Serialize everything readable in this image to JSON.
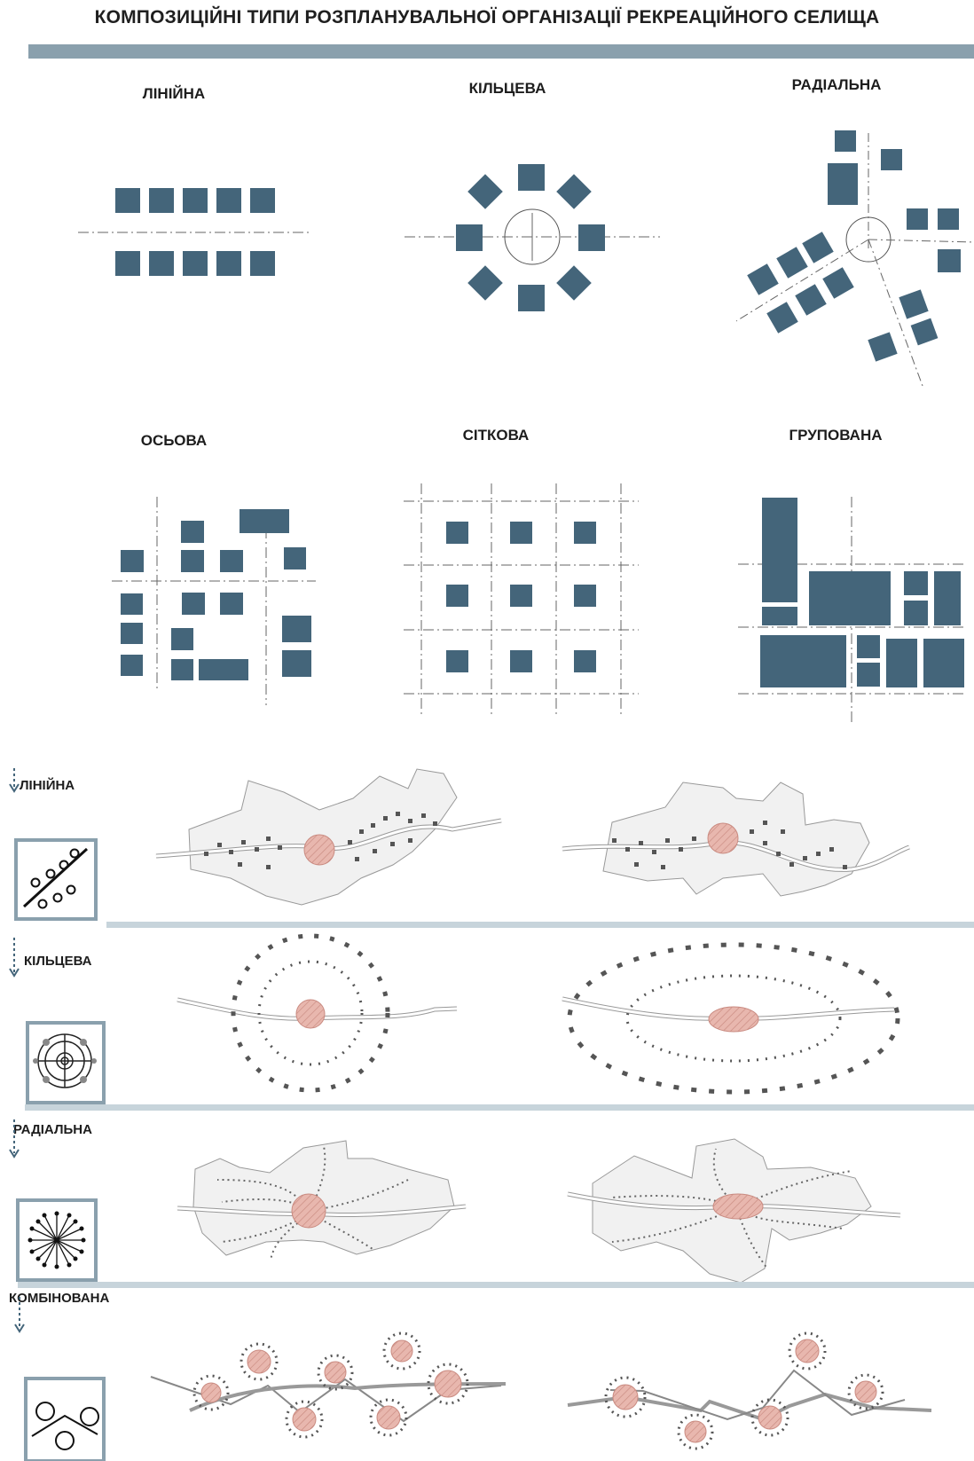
{
  "title": "КОМПОЗИЦІЙНІ ТИПИ РОЗПЛАНУВАЛЬНОЇ ОРГАНІЗАЦІЇ РЕКРЕАЦІЙНОГО СЕЛИЩА",
  "types": {
    "linear": "ЛІНІЙНА",
    "ring": "КІЛЬЦЕВА",
    "radial": "РАДІАЛЬНА",
    "axial": "ОСЬОВА",
    "grid": "СІТКОВА",
    "grouped": "ГРУПОВАНА"
  },
  "schemes": {
    "linear": "ЛІНІЙНА",
    "ring": "КІЛЬЦЕВА",
    "radial": "РАДІАЛЬНА",
    "combined": "КОМБІНОВАНА"
  },
  "colors": {
    "block": "#44657a",
    "title_bar": "#8aa0ad",
    "divider": "#c7d4db",
    "center": "#e8b7ae",
    "arrow": "#44657a"
  }
}
